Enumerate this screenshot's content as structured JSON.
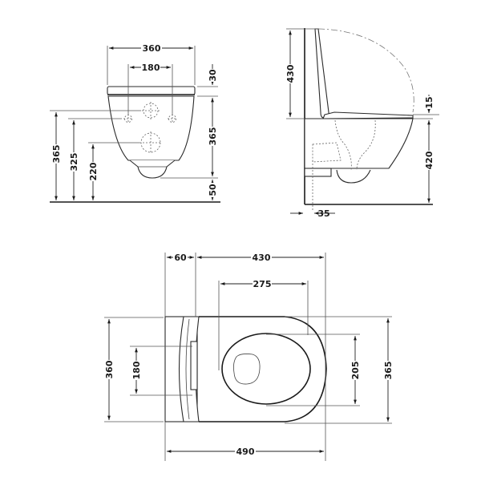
{
  "diagram": {
    "type": "technical-drawing",
    "subject": "wall-hung toilet dimension drawing",
    "units": "mm",
    "colors": {
      "line": "#1a1a1a",
      "extension": "#555555",
      "background": "#ffffff"
    },
    "front_view": {
      "width_overall": "360",
      "fixing_centres": "180",
      "seat_thickness": "30",
      "bowl_height": "365",
      "outlet_below_bowl": "50",
      "top_inlet_height": "365",
      "fixing_height": "325",
      "outlet_height": "220"
    },
    "side_view": {
      "lid_open_height": "430",
      "seat_offset": "15",
      "rim_height": "420",
      "wall_offset": "35"
    },
    "top_view": {
      "rear_depth": "60",
      "front_projection": "430",
      "bowl_opening_length": "275",
      "overall_length": "490",
      "rear_width": "360",
      "fixing_centres": "180",
      "bowl_opening_width": "205",
      "overall_width": "365"
    }
  }
}
